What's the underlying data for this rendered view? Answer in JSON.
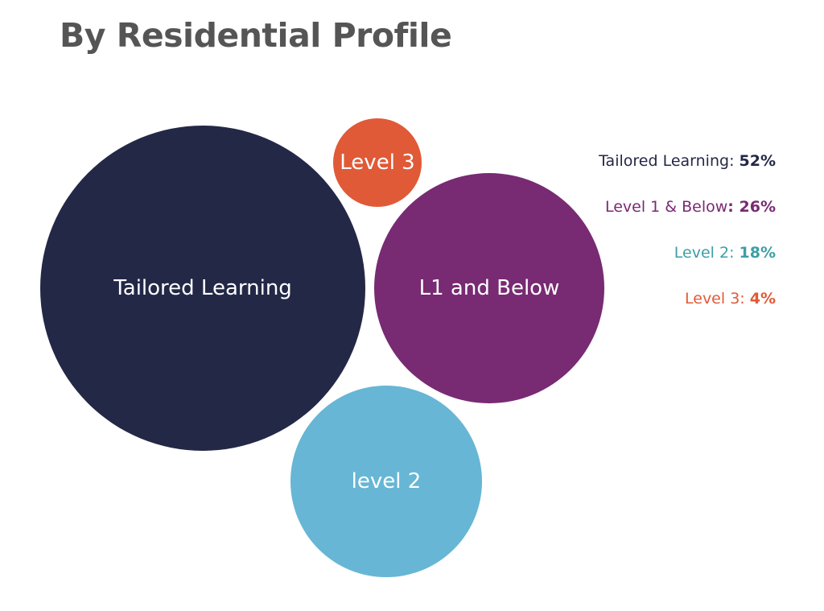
{
  "chart_data": {
    "type": "bubble",
    "title": "By Residential Profile",
    "bubbles": [
      {
        "label": "Tailored Learning",
        "value": 52,
        "color": "#232847"
      },
      {
        "label": "L1 and Below",
        "value": 26,
        "color": "#782A73"
      },
      {
        "label": "level 2",
        "value": 18,
        "color": "#67B6D5"
      },
      {
        "label": "Level 3",
        "value": 4,
        "color": "#E05A37"
      }
    ],
    "legend": [
      {
        "name": "Tailored Learning",
        "sep": ": ",
        "pct": "52%",
        "color": "#232847"
      },
      {
        "name": "Level 1 & Below",
        "sep": ": ",
        "pct": "26%",
        "color": "#782A73"
      },
      {
        "name": "Level 2",
        "sep": ": ",
        "pct": "18%",
        "color": "#3E9EA6"
      },
      {
        "name": "Level 3",
        "sep": ": ",
        "pct": "4%",
        "color": "#E05A37"
      }
    ]
  }
}
